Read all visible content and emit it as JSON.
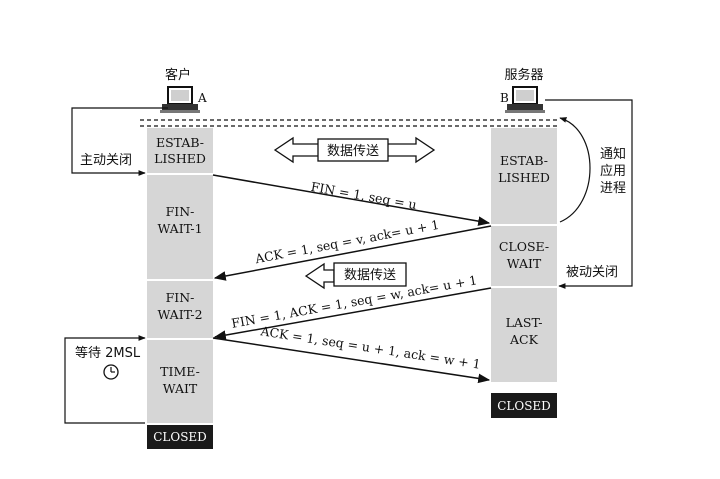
{
  "client": {
    "title": "客户",
    "host_label": "A"
  },
  "server": {
    "title": "服务器",
    "host_label": "B"
  },
  "client_states": [
    {
      "line1": "ESTAB-",
      "line2": "LISHED"
    },
    {
      "line1": "FIN-",
      "line2": "WAIT-1"
    },
    {
      "line1": "FIN-",
      "line2": "WAIT-2"
    },
    {
      "line1": "TIME-",
      "line2": "WAIT"
    }
  ],
  "server_states": [
    {
      "line1": "ESTAB-",
      "line2": "LISHED"
    },
    {
      "line1": "CLOSE-",
      "line2": "WAIT"
    },
    {
      "line1": "LAST-",
      "line2": "ACK"
    }
  ],
  "closed_label": "CLOSED",
  "messages": {
    "fin1": "FIN = 1, seq = u",
    "ack1": "ACK = 1, seq = v, ack= u + 1",
    "fin2": "FIN = 1, ACK = 1, seq = w, ack= u + 1",
    "ack2": "ACK = 1, seq = u + 1, ack = w + 1"
  },
  "data_transfer": "数据传送",
  "annotations": {
    "active_close": "主动关闭",
    "passive_close": "被动关闭",
    "notify_app": [
      "通知",
      "应用",
      "进程"
    ],
    "wait_2msl": "等待 2MSL"
  },
  "colors": {
    "state_fill": "#d6d6d6",
    "closed_fill": "#1a1a1a",
    "line": "#111111"
  }
}
